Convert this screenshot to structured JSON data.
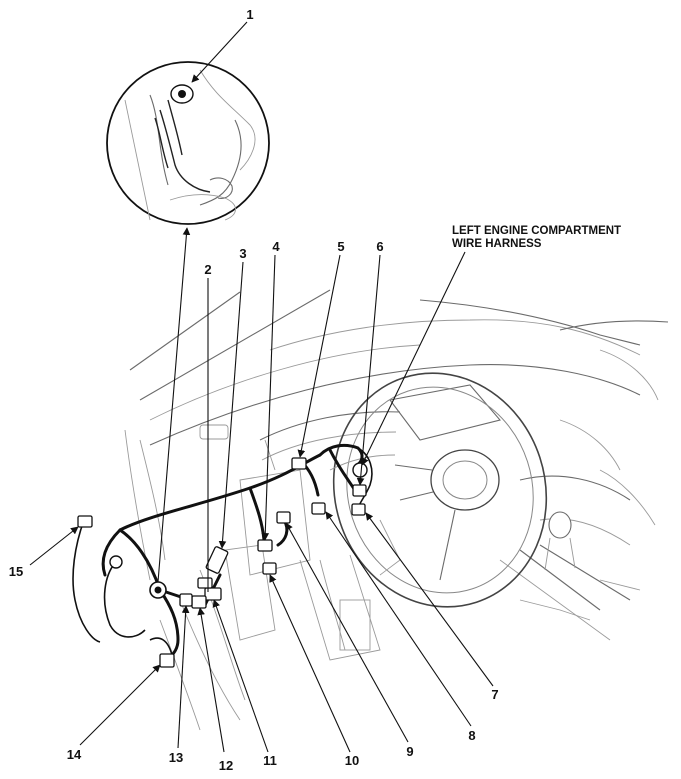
{
  "diagram": {
    "callouts": [
      "1",
      "2",
      "3",
      "4",
      "5",
      "6",
      "7",
      "8",
      "9",
      "10",
      "11",
      "12",
      "13",
      "14",
      "15"
    ],
    "harness_label_line1": "LEFT ENGINE COMPARTMENT",
    "harness_label_line2": "WIRE HARNESS"
  }
}
